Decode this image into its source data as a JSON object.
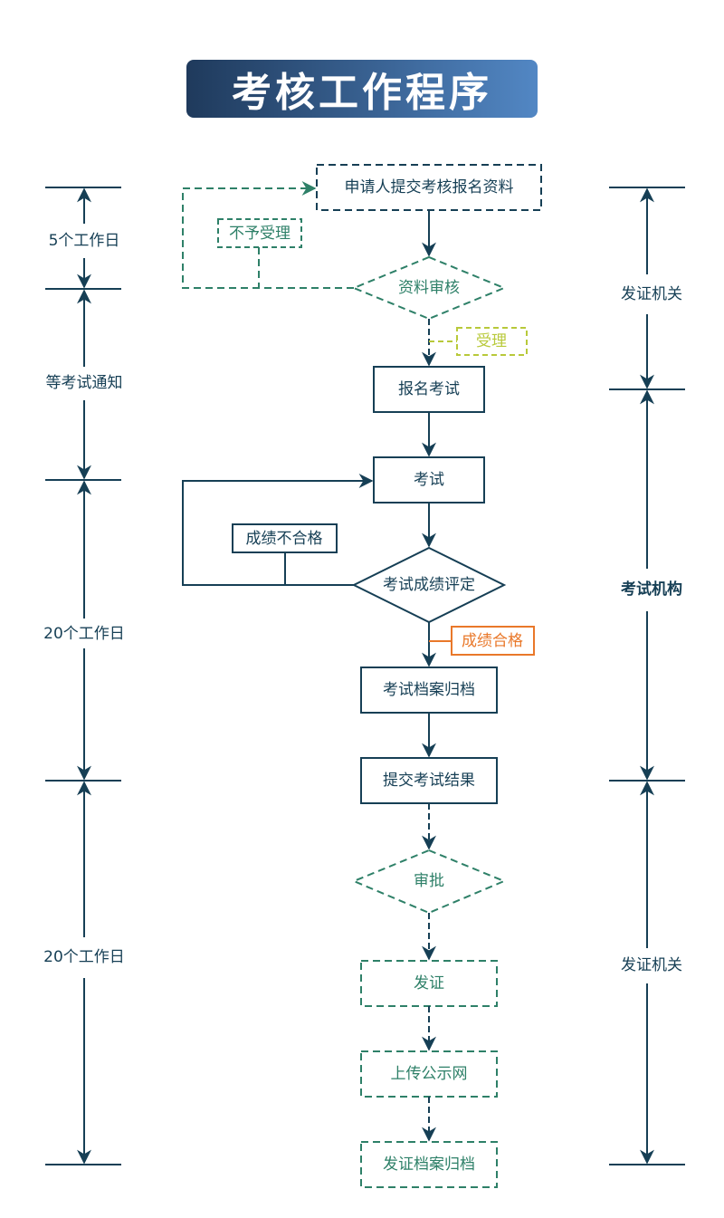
{
  "title": "考核工作程序",
  "colors": {
    "dark": "#163f55",
    "green": "#2e8068",
    "lime": "#b8c93a",
    "orange": "#e9782a",
    "title_gradient_start": "#1f3a5c",
    "title_gradient_end": "#5287c4"
  },
  "nodes": {
    "submit": "申请人提交考核报名资料",
    "review": "资料审核",
    "register": "报名考试",
    "exam": "考试",
    "evaluate": "考试成绩评定",
    "archive_exam": "考试档案归档",
    "submit_result": "提交考试结果",
    "approve": "审批",
    "issue": "发证",
    "upload": "上传公示网",
    "archive_cert": "发证档案归档"
  },
  "edge_labels": {
    "rejected": "不予受理",
    "accepted": "受理",
    "failed": "成绩不合格",
    "passed": "成绩合格"
  },
  "left_timeline": [
    {
      "label": "5个工作日"
    },
    {
      "label": "等考试通知"
    },
    {
      "label": "20个工作日"
    },
    {
      "label": "20个工作日"
    }
  ],
  "right_timeline": [
    {
      "label": "发证机关"
    },
    {
      "label": "考试机构"
    },
    {
      "label": "发证机关"
    }
  ]
}
